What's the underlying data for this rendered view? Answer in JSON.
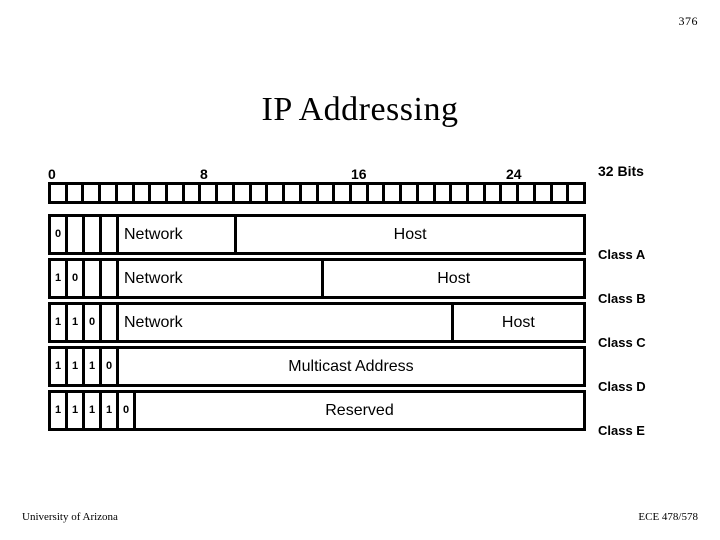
{
  "page": {
    "number": "376",
    "title": "IP Addressing"
  },
  "footer": {
    "left": "University of Arizona",
    "right": "ECE 478/578"
  },
  "scale": {
    "bits_label": "32 Bits",
    "ticks": [
      "0",
      "8",
      "16",
      "24"
    ],
    "tick_bits": [
      0,
      8,
      16,
      24
    ],
    "total_cells": 32
  },
  "diagram": {
    "rows": [
      {
        "class_label": "Class A",
        "prefix_bits": [
          "0"
        ],
        "empty_bit_cells": 3,
        "segments": [
          {
            "label": "Network",
            "flex": 2,
            "align": "overflow"
          },
          {
            "label": "Host",
            "flex": 6,
            "align": "center"
          }
        ]
      },
      {
        "class_label": "Class B",
        "prefix_bits": [
          "1",
          "0"
        ],
        "empty_bit_cells": 2,
        "segments": [
          {
            "label": "Network",
            "flex": 3.6,
            "align": "overflow"
          },
          {
            "label": "Host",
            "flex": 4.6,
            "align": "center"
          }
        ]
      },
      {
        "class_label": "Class C",
        "prefix_bits": [
          "1",
          "1",
          "0"
        ],
        "empty_bit_cells": 1,
        "segments": [
          {
            "label": "Network",
            "flex": 5.9,
            "align": "left"
          },
          {
            "label": "Host",
            "flex": 2.3,
            "align": "center"
          }
        ]
      },
      {
        "class_label": "Class D",
        "prefix_bits": [
          "1",
          "1",
          "1",
          "0"
        ],
        "empty_bit_cells": 0,
        "segments": [
          {
            "label": "Multicast Address",
            "flex": 1,
            "align": "center"
          }
        ]
      },
      {
        "class_label": "Class E",
        "prefix_bits": [
          "1",
          "1",
          "1",
          "1",
          "0"
        ],
        "empty_bit_cells": 0,
        "segments": [
          {
            "label": "Reserved",
            "flex": 1,
            "align": "center"
          }
        ]
      }
    ]
  },
  "colors": {
    "ink": "#000000",
    "paper": "#ffffff"
  }
}
